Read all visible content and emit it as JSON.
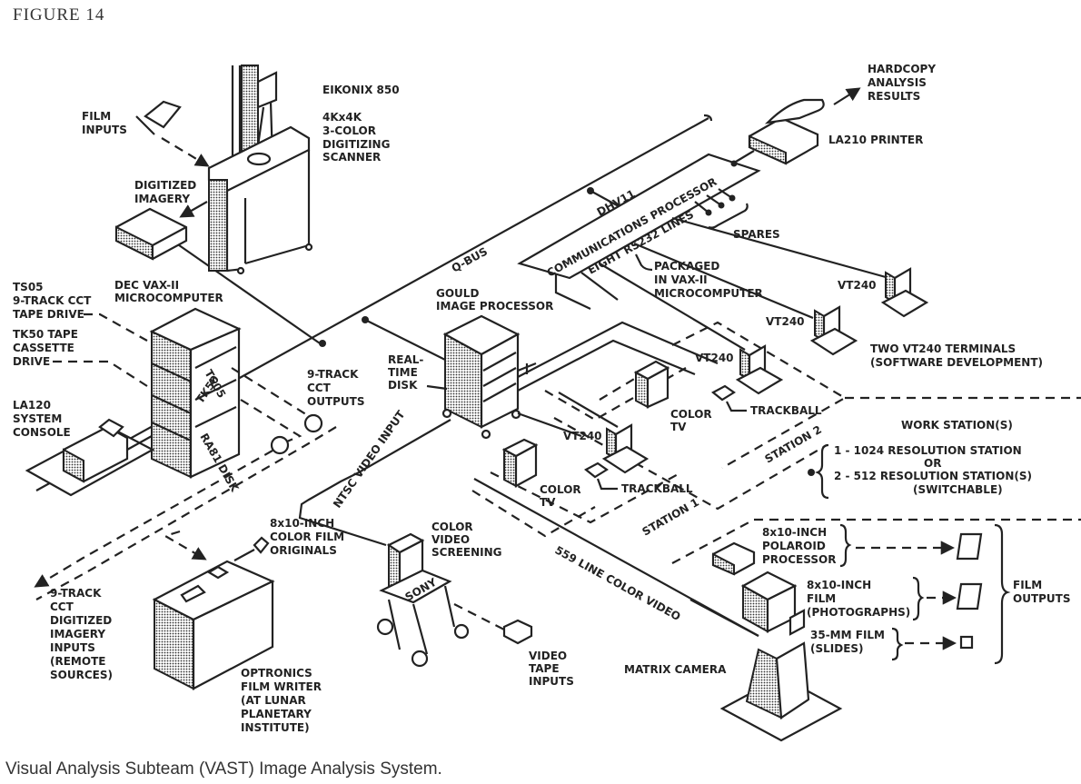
{
  "figure": {
    "title": "FIGURE 14",
    "caption": "Visual Analysis Subteam (VAST) Image Analysis System."
  },
  "labels": {
    "eikonix": "EIKONIX 850",
    "scanner": [
      "4Kx4K",
      "3-COLOR",
      "DIGITIZING",
      "SCANNER"
    ],
    "film_inputs": [
      "FILM",
      "INPUTS"
    ],
    "digitized_imagery": [
      "DIGITIZED",
      "IMAGERY"
    ],
    "hardcopy": [
      "HARDCOPY",
      "ANALYSIS",
      "RESULTS"
    ],
    "printer": "LA210 PRINTER",
    "qbus": "Q-BUS",
    "dhv11": [
      "DHV11",
      "COMMUNICATIONS PROCESSOR",
      "EIGHT RS232 LINES"
    ],
    "spares": "SPARES",
    "packaged": [
      "PACKAGED",
      "IN VAX-II",
      "MICROCOMPUTER"
    ],
    "vax": [
      "DEC VAX-II",
      "MICROCOMPUTER"
    ],
    "ts05": [
      "TS05",
      "9-TRACK CCT",
      "TAPE DRIVE"
    ],
    "tk50": [
      "TK50 TAPE",
      "CASSETTE",
      "DRIVE"
    ],
    "la120": [
      "LA120",
      "SYSTEM",
      "CONSOLE"
    ],
    "rack_units": [
      "TS05",
      "TK50",
      "RA81 DISK"
    ],
    "cct_outputs": [
      "9-TRACK",
      "CCT",
      "OUTPUTS"
    ],
    "gould": [
      "GOULD",
      "IMAGE PROCESSOR"
    ],
    "realtime_disk": [
      "REAL-",
      "TIME",
      "DISK"
    ],
    "vt240": "VT240",
    "two_vt240": [
      "TWO VT240 TERMINALS",
      "(SOFTWARE DEVELOPMENT)"
    ],
    "color_tv": [
      "COLOR",
      "TV"
    ],
    "trackball": "TRACKBALL",
    "station1": "STATION 1",
    "station2": "STATION 2",
    "workstations": {
      "heading": "WORK STATION(S)",
      "option1": "1  -  1024 RESOLUTION STATION",
      "or": "OR",
      "option2": "2  -  512 RESOLUTION STATION(S)",
      "switchable": "(SWITCHABLE)"
    },
    "ntsc": "NTSC VIDEO INPUT",
    "line559": "559 LINE COLOR VIDEO",
    "color_video_screening": [
      "COLOR",
      "VIDEO",
      "SCREENING"
    ],
    "sony": "SONY",
    "video_tape": [
      "VIDEO",
      "TAPE",
      "INPUTS"
    ],
    "color_film_originals": [
      "8x10-INCH",
      "COLOR FILM",
      "ORIGINALS"
    ],
    "remote": [
      "9-TRACK",
      "CCT",
      "DIGITIZED",
      "IMAGERY",
      "INPUTS",
      "(REMOTE",
      "SOURCES)"
    ],
    "optronics": [
      "OPTRONICS",
      "FILM WRITER",
      "(AT LUNAR",
      "PLANETARY",
      "INSTITUTE)"
    ],
    "polaroid": [
      "8x10-INCH",
      "POLAROID",
      "PROCESSOR"
    ],
    "film_photos": [
      "8x10-INCH",
      "FILM",
      "(PHOTOGRAPHS)"
    ],
    "slides": [
      "35-MM FILM",
      "(SLIDES)"
    ],
    "film_outputs": [
      "FILM",
      "OUTPUTS"
    ],
    "matrix_camera": "MATRIX CAMERA"
  }
}
